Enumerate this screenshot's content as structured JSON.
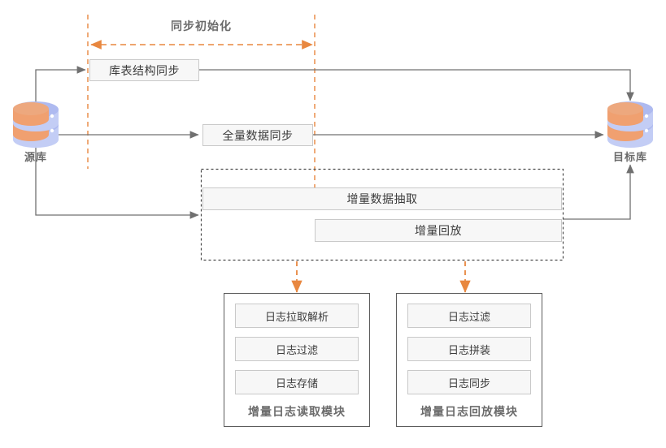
{
  "diagram": {
    "title_phase": "同步初始化",
    "colors": {
      "accent_orange": "#e8873f",
      "line_gray": "#707070",
      "box_fill": "#f7f7f7",
      "box_border": "#c9c9c9",
      "module_border": "#5c5c5c",
      "text_dark": "#3b3b3b",
      "text_muted": "#6b6b6b",
      "db_orange": "#f0a070",
      "db_blue": "#c3cdf5"
    },
    "databases": [
      {
        "id": "source",
        "label": "源库",
        "icon": "database-icon"
      },
      {
        "id": "target",
        "label": "目标库",
        "icon": "database-icon"
      }
    ],
    "process_boxes": [
      {
        "id": "schema-sync",
        "label": "库表结构同步"
      },
      {
        "id": "full-data-sync",
        "label": "全量数据同步"
      },
      {
        "id": "incremental-extract",
        "label": "增量数据抽取"
      },
      {
        "id": "incremental-replay",
        "label": "增量回放"
      }
    ],
    "modules": [
      {
        "id": "log-read-module",
        "title": "增量日志读取模块",
        "items": [
          "日志拉取解析",
          "日志过滤",
          "日志存储"
        ]
      },
      {
        "id": "log-replay-module",
        "title": "增量日志回放模块",
        "items": [
          "日志过滤",
          "日志拼装",
          "日志同步"
        ]
      }
    ]
  }
}
